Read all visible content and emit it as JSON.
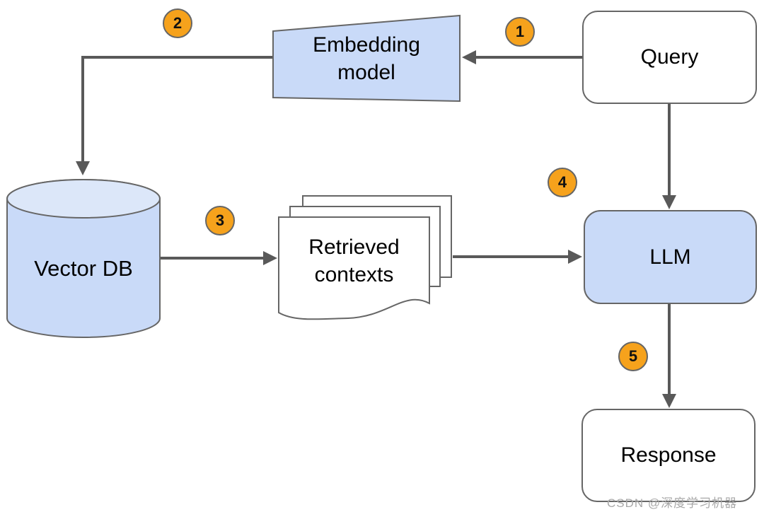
{
  "diagram": {
    "type": "flowchart",
    "subject": "RAG pipeline",
    "nodes": {
      "query": {
        "label": "Query"
      },
      "embedding_model": {
        "label": "Embedding model"
      },
      "vector_db": {
        "label": "Vector DB"
      },
      "retrieved_contexts": {
        "label": "Retrieved contexts"
      },
      "llm": {
        "label": "LLM"
      },
      "response": {
        "label": "Response"
      }
    },
    "steps": [
      "1",
      "2",
      "3",
      "4",
      "5"
    ],
    "edges": [
      {
        "from": "query",
        "to": "embedding_model",
        "step": "1"
      },
      {
        "from": "embedding_model",
        "to": "vector_db",
        "step": "2"
      },
      {
        "from": "vector_db",
        "to": "retrieved_contexts",
        "step": "3"
      },
      {
        "from": "retrieved_contexts",
        "to": "llm",
        "step": "4"
      },
      {
        "from": "query",
        "to": "llm",
        "step": null
      },
      {
        "from": "llm",
        "to": "response",
        "step": "5"
      }
    ],
    "watermark": "CSDN @深度学习机器",
    "colors": {
      "node_fill": "#c9daf8",
      "cylinder_top": "#dce7f9",
      "node_stroke": "#666666",
      "arrow": "#595959",
      "badge_fill": "#f6a21c",
      "badge_stroke": "#666666",
      "text": "#000000",
      "watermark": "#a8a8a8",
      "background": "#ffffff"
    }
  }
}
